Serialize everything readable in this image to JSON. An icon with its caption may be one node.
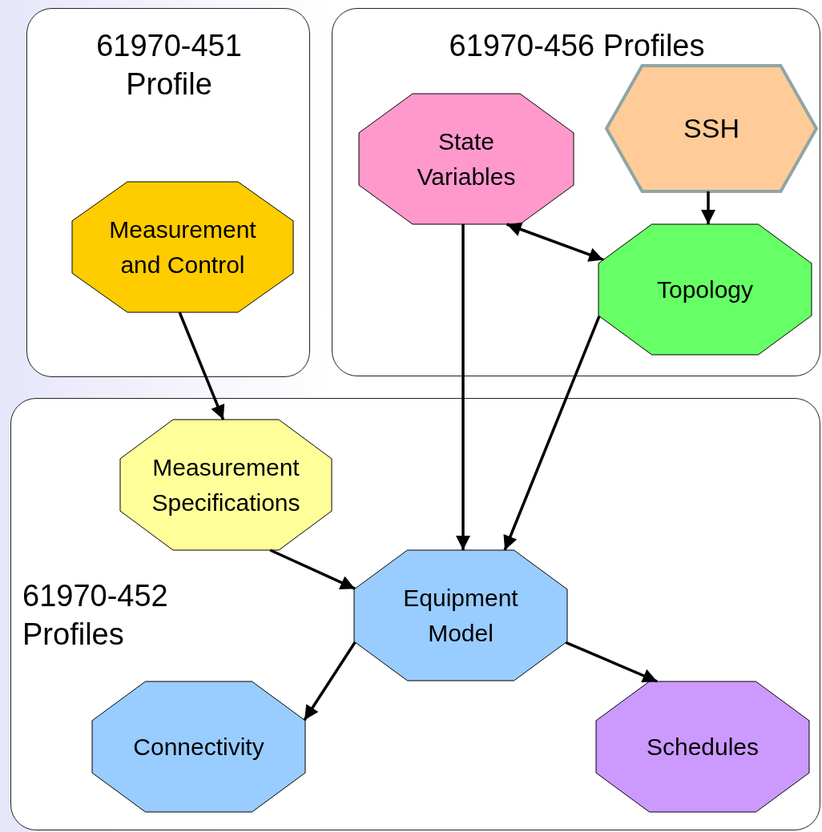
{
  "diagram": {
    "nodes": [
      {
        "text": [
          "61970-451 Profile"
        ]
      },
      {
        "text": [
          "Measurement and Control"
        ],
        "in": 0
      },
      {
        "text": [
          "61970-456 Profiles"
        ]
      },
      {
        "text": [
          "State Variables"
        ],
        "in": 2
      },
      {
        "text": [
          "SSH"
        ],
        "in": 2
      },
      {
        "text": [
          "Topology"
        ],
        "in": 2
      },
      {
        "text": [
          "61970-452 Profiles"
        ]
      },
      {
        "text": [
          "Measurement Specifications"
        ],
        "in": 6
      },
      {
        "text": [
          "Equipment Model"
        ],
        "in": 6
      },
      {
        "text": [
          "Connectivity"
        ],
        "in": 6
      },
      {
        "text": [
          "Schedules"
        ],
        "in": 6
      }
    ],
    "edges": [
      {
        "from": 1,
        "to": 7,
        "arrow": "to"
      },
      {
        "from": 4,
        "to": 5,
        "arrow": "to"
      },
      {
        "from": 5,
        "to": 3,
        "arrow": "both"
      },
      {
        "from": 3,
        "to": 8,
        "arrow": "to"
      },
      {
        "from": 5,
        "to": 8,
        "arrow": "to"
      },
      {
        "from": 7,
        "to": 8,
        "arrow": "to"
      },
      {
        "from": 8,
        "to": 9,
        "arrow": "to"
      },
      {
        "from": 8,
        "to": 10,
        "arrow": "to"
      }
    ]
  }
}
